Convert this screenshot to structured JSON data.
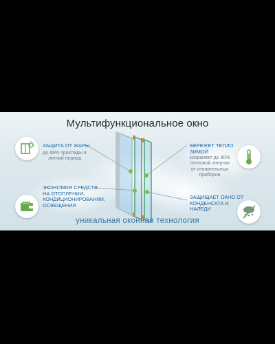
{
  "title": "Мультифункциональное окно",
  "footer": "уникальная оконная технология",
  "features": {
    "heat": {
      "label": "ЗАЩИТА ОТ ЖАРЫ",
      "detail_1": "до 68% прохлады в",
      "detail_2": "летний период",
      "icon": "sun-window-icon"
    },
    "savings": {
      "label_1": "ЭКОНОМИЯ СРЕДСТВ",
      "label_2": "НА ОТОПЛЕНИИ,",
      "label_3": "КОНДИЦИОНИРОВАНИИ,",
      "label_4": "ОСВЕЩЕНИИ",
      "icon": "wallet-icon"
    },
    "warmth": {
      "label_1": "БЕРЕЖЕТ ТЕПЛО",
      "label_2": "ЗИМОЙ",
      "detail_1": "сохраняет до 90%",
      "detail_2": "тепловой энергии",
      "detail_3": "от отопительных",
      "detail_4": "приборов",
      "icon": "thermometer-icon"
    },
    "condensation": {
      "label_1": "ЗАЩИЩАЕТ ОКНО ОТ",
      "label_2": "КОНДЕНСАТА И",
      "label_3": "НАЛЕДИ",
      "icon": "no-condensation-icon"
    }
  },
  "colors": {
    "accent": "#1c68a3",
    "icon_green": "#6aa84f",
    "glass_edge": "#2e8b57",
    "spacer": "#c98a3a",
    "banner_bg": "#dfeaef"
  }
}
